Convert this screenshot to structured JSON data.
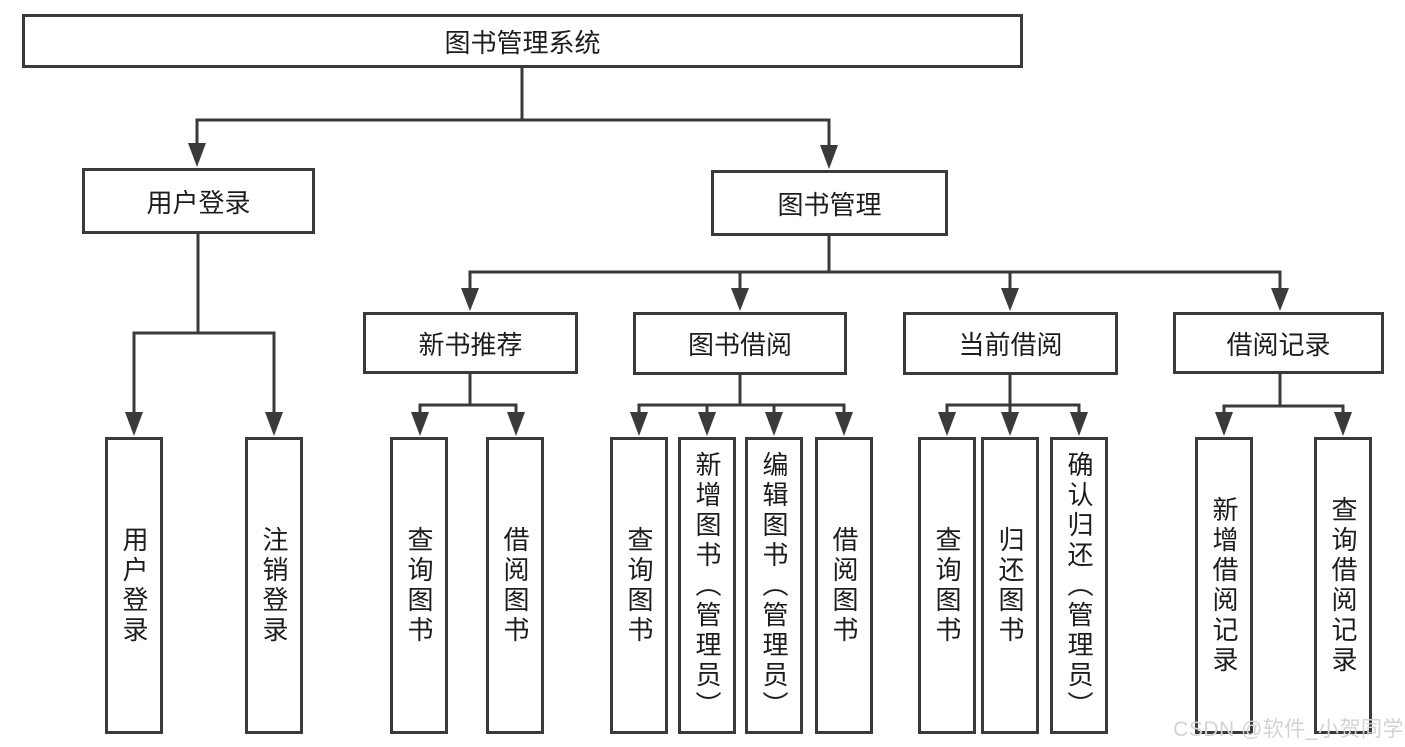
{
  "tree": {
    "root": {
      "label": "图书管理系统",
      "children": [
        {
          "label": "用户登录",
          "children": [
            {
              "label": "用户登录"
            },
            {
              "label": "注销登录"
            }
          ]
        },
        {
          "label": "图书管理",
          "children": [
            {
              "label": "新书推荐",
              "children": [
                {
                  "label": "查询图书"
                },
                {
                  "label": "借阅图书"
                }
              ]
            },
            {
              "label": "图书借阅",
              "children": [
                {
                  "label": "查询图书"
                },
                {
                  "label": "新增图书（管理员）"
                },
                {
                  "label": "编辑图书（管理员）"
                },
                {
                  "label": "借阅图书"
                }
              ]
            },
            {
              "label": "当前借阅",
              "children": [
                {
                  "label": "查询图书"
                },
                {
                  "label": "归还图书"
                },
                {
                  "label": "确认归还（管理员）"
                }
              ]
            },
            {
              "label": "借阅记录",
              "children": [
                {
                  "label": "新增借阅记录"
                },
                {
                  "label": "查询借阅记录"
                }
              ]
            }
          ]
        }
      ]
    }
  },
  "watermark": {
    "text": "CSDN @软件_小贺同学"
  },
  "colors": {
    "line": "#3a3a3a",
    "box_border": "#3a3a3a",
    "text": "#1d1d1d",
    "watermark": "#d2d2d9",
    "background": "#ffffff"
  }
}
